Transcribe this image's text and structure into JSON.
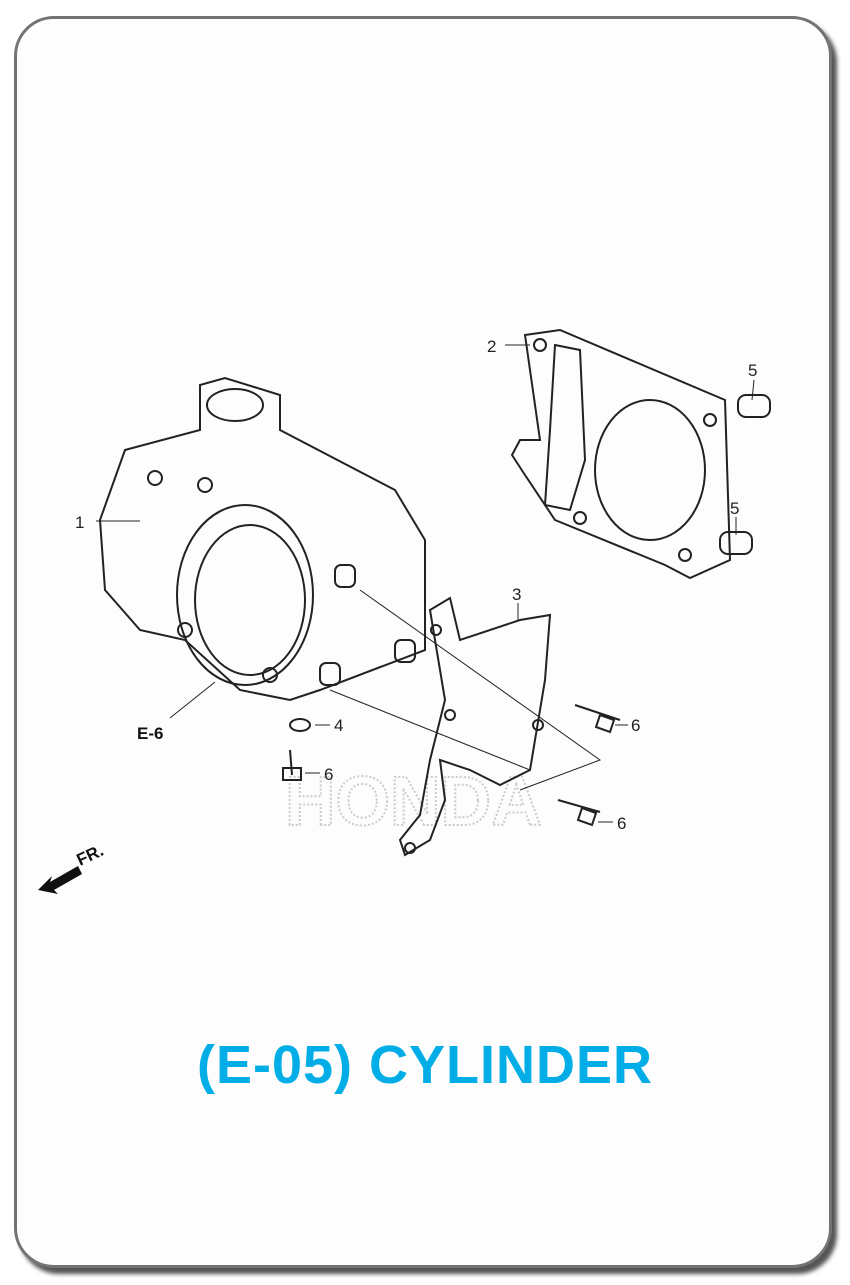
{
  "title": "(E-05) CYLINDER",
  "diagram": {
    "watermark": "HONDA",
    "reference": "E-6",
    "front_marker": "FR.",
    "callouts": [
      "1",
      "2",
      "3",
      "4",
      "5",
      "5",
      "6",
      "6",
      "6"
    ]
  },
  "colors": {
    "title": "#00ade6",
    "border": "#767272"
  }
}
